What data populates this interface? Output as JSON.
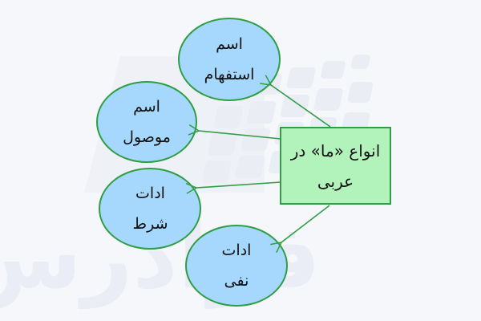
{
  "diagram": {
    "type": "mind-map",
    "watermark": {
      "text": "فرادرس"
    },
    "colors": {
      "background": "#f6f7fa",
      "ellipse_fill": "#a5d8fc",
      "ellipse_stroke": "#2f9e44",
      "box_fill": "#b2f2bb",
      "box_stroke": "#2f9e44",
      "arrow": "#2f9e44",
      "text": "#111111",
      "watermark": "#e9edf5"
    },
    "central_node": {
      "line1": "انواع «ما» در",
      "line2": "عربی"
    },
    "nodes": [
      {
        "line1": "اسم",
        "line2": "استفهام"
      },
      {
        "line1": "اسم",
        "line2": "موصول"
      },
      {
        "line1": "ادات",
        "line2": "شرط"
      },
      {
        "line1": "ادات",
        "line2": "نفی"
      }
    ]
  }
}
